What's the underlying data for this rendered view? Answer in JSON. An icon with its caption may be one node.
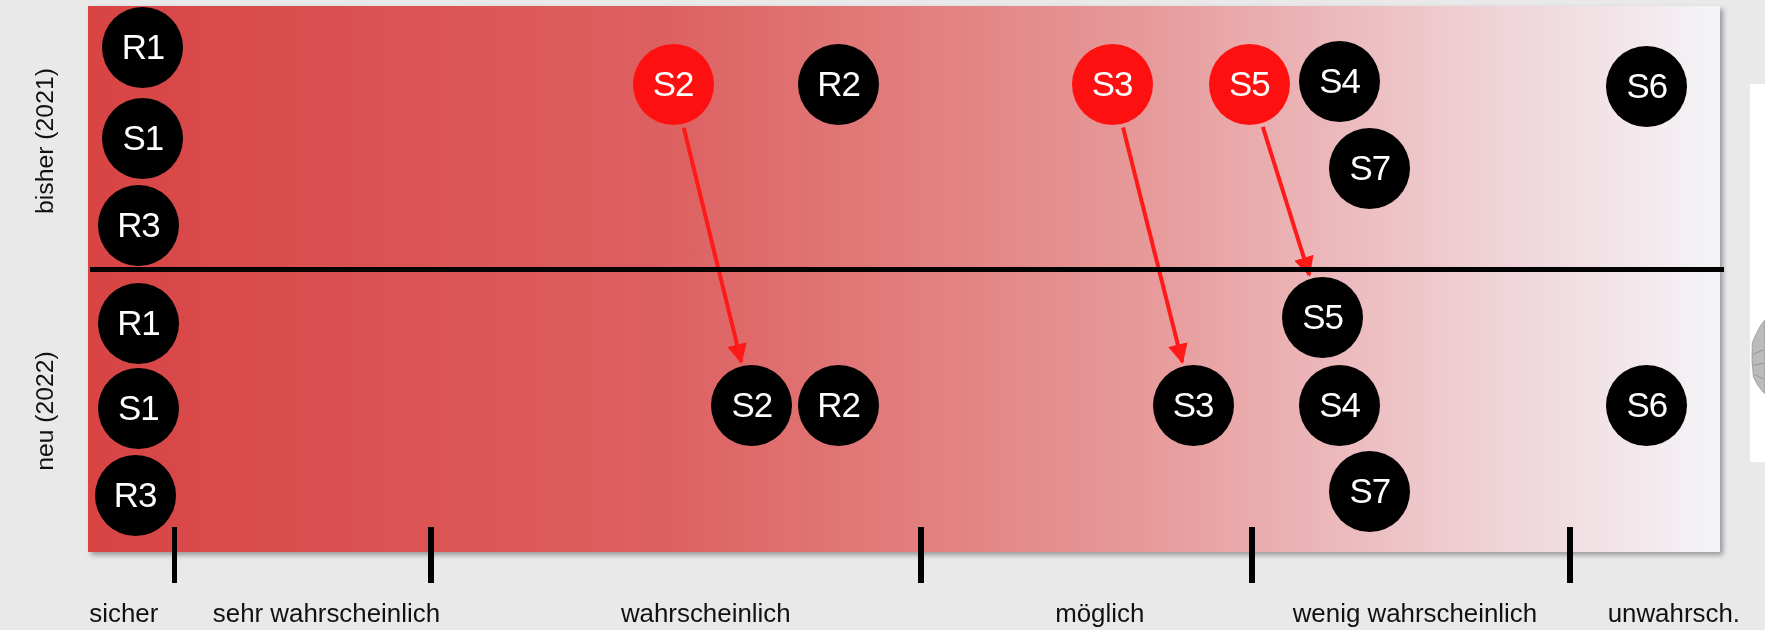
{
  "diagram": {
    "nodes": [
      {
        "text": [
          "R1"
        ]
      },
      {
        "text": [
          "S2"
        ]
      },
      {
        "text": [
          "R2"
        ]
      },
      {
        "text": [
          "S3"
        ]
      },
      {
        "text": [
          "S5"
        ]
      },
      {
        "text": [
          "S4"
        ]
      },
      {
        "text": [
          "S6"
        ]
      },
      {
        "text": [
          "S1"
        ]
      },
      {
        "text": [
          "S7"
        ]
      },
      {
        "text": [
          "R3"
        ]
      },
      {
        "text": [
          "R1"
        ]
      },
      {
        "text": [
          "S5"
        ]
      },
      {
        "text": [
          "S1"
        ]
      },
      {
        "text": [
          "S2"
        ]
      },
      {
        "text": [
          "R2"
        ]
      },
      {
        "text": [
          "S3"
        ]
      },
      {
        "text": [
          "S4"
        ]
      },
      {
        "text": [
          "S6"
        ]
      },
      {
        "text": [
          "R3"
        ]
      },
      {
        "text": [
          "S7"
        ]
      }
    ],
    "edges": [
      {
        "from": 1,
        "to": 13,
        "arrow": "to"
      },
      {
        "from": 3,
        "to": 15,
        "arrow": "to"
      },
      {
        "from": 4,
        "to": 11,
        "arrow": "to"
      }
    ],
    "labels": [
      "bisher (2021)",
      "neu (2022)",
      "sicher",
      "sehr wahrscheinlich",
      "wahrscheinlich",
      "möglich",
      "wenig wahrscheinlich",
      "unwahrsch."
    ]
  }
}
